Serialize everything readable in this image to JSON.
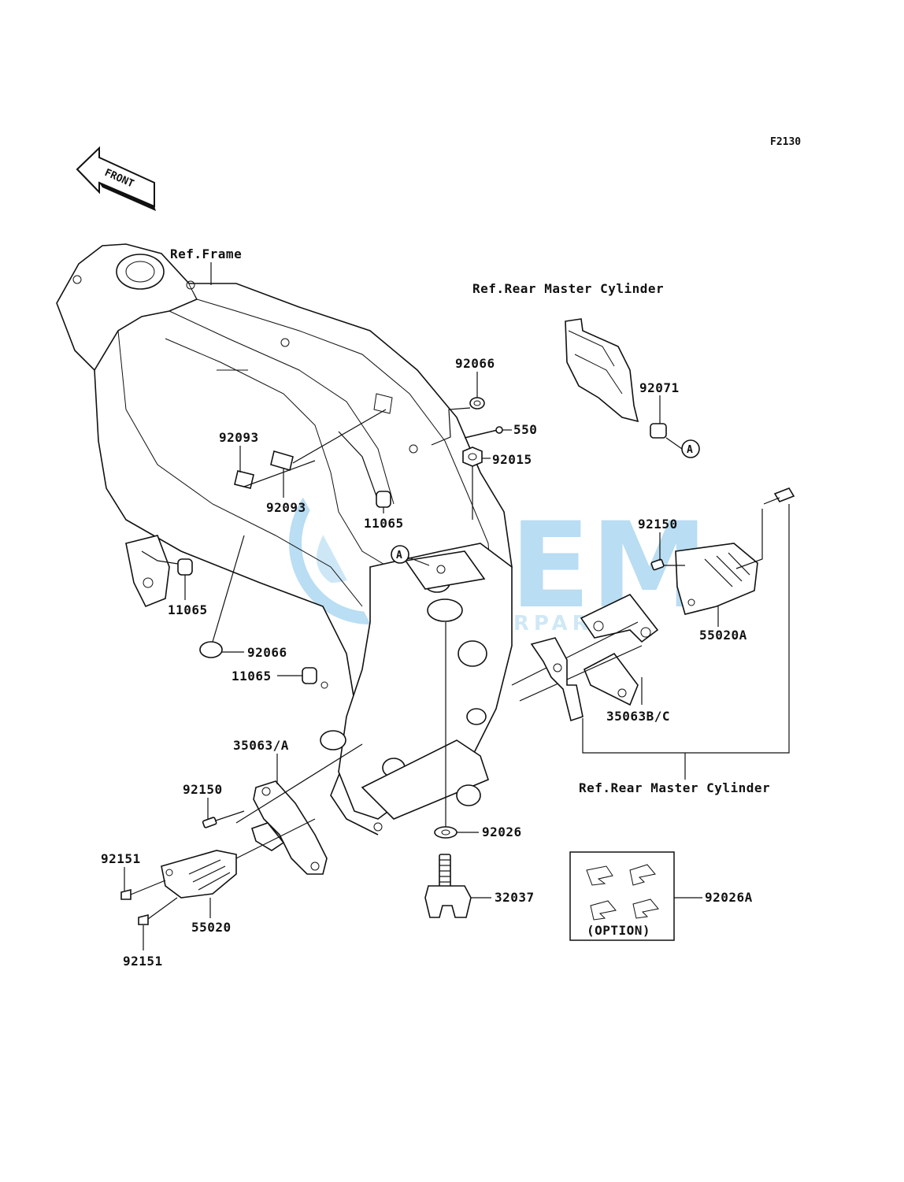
{
  "figure_code": "F2130",
  "front_label": "FRONT",
  "ref_labels": {
    "frame": "Ref.Frame",
    "rear_master_cylinder_top": "Ref.Rear Master Cylinder",
    "rear_master_cylinder_bottom": "Ref.Rear Master Cylinder"
  },
  "callout_marker": "A",
  "option_box": {
    "label": "(OPTION)"
  },
  "watermark": {
    "brand": "OEM",
    "sub": "MOTORPARTS"
  },
  "parts": {
    "p92066_top": "92066",
    "p550": "550",
    "p92015": "92015",
    "p92071": "92071",
    "p92093_a": "92093",
    "p92093_b": "92093",
    "p11065_a": "11065",
    "p11065_b": "11065",
    "p11065_c": "11065",
    "p92066_b": "92066",
    "p92150_right": "92150",
    "p55020A": "55020A",
    "p35063BC": "35063B/C",
    "p35063A": "35063/A",
    "p92150_left": "92150",
    "p92151_a": "92151",
    "p92151_b": "92151",
    "p55020": "55020",
    "p92026": "92026",
    "p32037": "32037",
    "p92026A": "92026A"
  }
}
